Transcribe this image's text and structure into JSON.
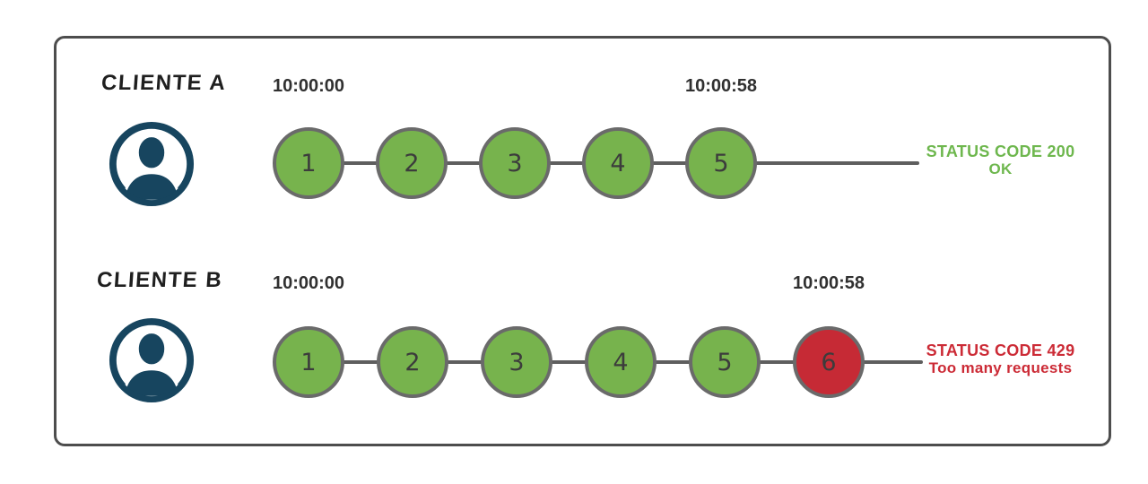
{
  "colors": {
    "frame_border": "#4d4d4d",
    "label_text": "#1f1f1f",
    "timestamp_text": "#303030",
    "line_gray": "#5e5e5e",
    "circle_border": "#6a6a6a",
    "number_text": "#3c3c3c",
    "success_green": "#77b34d",
    "error_red": "#c62a35",
    "success_text": "#6eb74e",
    "error_text": "#cc2b36",
    "avatar_navy": "#17455f"
  },
  "icons": {
    "client": "user-avatar-icon"
  },
  "rows": [
    {
      "client_label": "CLIENTE A",
      "start_time": "10:00:00",
      "end_time": "10:00:58",
      "requests": [
        "1",
        "2",
        "3",
        "4",
        "5"
      ],
      "status_line1": "STATUS CODE 200",
      "status_line2": "OK",
      "status_type": "success"
    },
    {
      "client_label": "CLIENTE B",
      "start_time": "10:00:00",
      "end_time": "10:00:58",
      "requests": [
        "1",
        "2",
        "3",
        "4",
        "5",
        "6"
      ],
      "blocked_request": "6",
      "status_line1": "STATUS CODE 429",
      "status_line2": "Too many requests",
      "status_type": "error"
    }
  ]
}
